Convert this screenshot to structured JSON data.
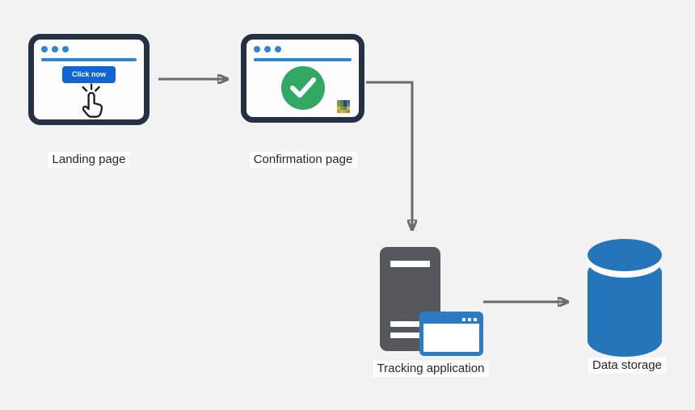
{
  "background_color": "#f2f2f3",
  "colors": {
    "window_border": "#243143",
    "window_fill": "#fdfdfe",
    "accent_blue": "#2e86cf",
    "button_blue": "#1164d8",
    "success_green": "#31a963",
    "arrow_gray": "#6b6b6b",
    "server_gray": "#54585c",
    "mini_window_blue": "#2b7cc4",
    "db_blue": "#2575ba",
    "label_text": "#262626"
  },
  "nodes": {
    "landing_page": {
      "label": "Landing page",
      "button_label": "Click now"
    },
    "confirmation_page": {
      "label": "Confirmation page"
    },
    "tracking_application": {
      "label": "Tracking application"
    },
    "data_storage": {
      "label": "Data storage"
    }
  },
  "edges": [
    {
      "from": "landing_page",
      "to": "confirmation_page"
    },
    {
      "from": "confirmation_page",
      "to": "tracking_application"
    },
    {
      "from": "tracking_application",
      "to": "data_storage"
    }
  ],
  "tracking_pixel": {
    "grid": [
      [
        "#6f9a55",
        "#4d7c62",
        "#2f4f6d",
        "#47719a"
      ],
      [
        "#8f9440",
        "#5f8a50",
        "#2a4660",
        "#5381a8"
      ],
      [
        "#c9b544",
        "#8f9440",
        "#55807e",
        "#cdb457"
      ],
      [
        "#cf9042",
        "#c9b544",
        "#bfa446",
        "#8f9440"
      ]
    ]
  }
}
